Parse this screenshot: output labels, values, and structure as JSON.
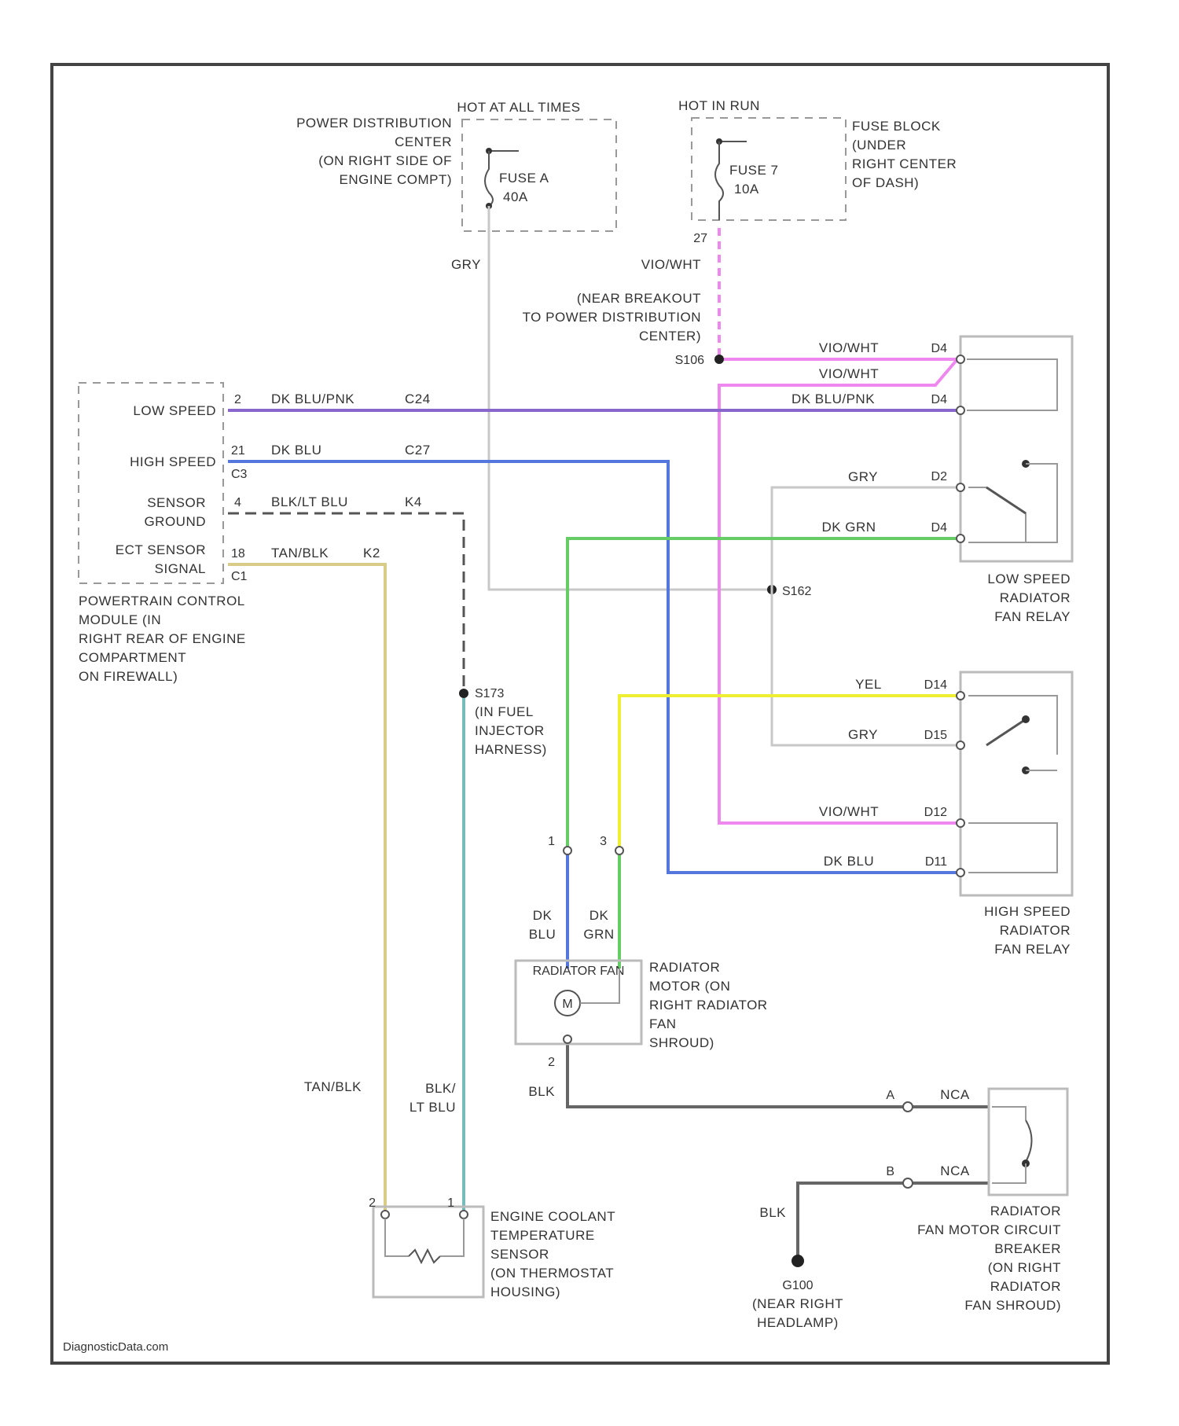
{
  "colors": {
    "frame": "#444444",
    "gray_wire": "#c8c8c8",
    "violet_white": "#ee88ee",
    "dk_blu_pnk": "#8866cc",
    "dk_blu": "#5577dd",
    "dk_grn": "#66cc66",
    "yel": "#eeee33",
    "tan_blk": "#d8cc88",
    "blk_lt_blu": "#77bbbb",
    "blk": "#666666",
    "dashed_gnd": "#555555"
  },
  "blocks": {
    "pdc": [
      "POWER DISTRIBUTION",
      "CENTER",
      "(ON RIGHT SIDE OF",
      "ENGINE COMPT)"
    ],
    "hot_all_times": "HOT AT ALL TIMES",
    "fuse_a": [
      "FUSE A",
      "40A"
    ],
    "hot_in_run": "HOT IN RUN",
    "fuse_7": [
      "FUSE 7",
      "10A"
    ],
    "fuse_block": [
      "FUSE BLOCK",
      "(UNDER",
      "RIGHT CENTER",
      "OF DASH)"
    ],
    "splice_near": [
      "(NEAR BREAKOUT",
      "TO POWER DISTRIBUTION",
      "CENTER)"
    ],
    "pcm": [
      "POWERTRAIN CONTROL",
      "MODULE (IN",
      "RIGHT REAR OF ENGINE",
      "COMPARTMENT",
      "ON FIREWALL)"
    ],
    "pcm_pins": [
      "LOW SPEED",
      "HIGH SPEED",
      "SENSOR",
      "GROUND",
      "ECT SENSOR",
      "SIGNAL"
    ],
    "low_relay": [
      "LOW SPEED",
      "RADIATOR",
      "FAN RELAY"
    ],
    "high_relay": [
      "HIGH SPEED",
      "RADIATOR",
      "FAN RELAY"
    ],
    "splice_injector": [
      "(IN FUEL",
      "INJECTOR",
      "HARNESS)"
    ],
    "fan_motor": [
      "RADIATOR",
      "MOTOR (ON",
      "RIGHT RADIATOR",
      "FAN",
      "SHROUD)"
    ],
    "fan_motor_inner": "RADIATOR FAN",
    "motor_symbol": "M",
    "breaker": [
      "RADIATOR",
      "FAN MOTOR CIRCUIT",
      "BREAKER",
      "(ON RIGHT",
      "RADIATOR",
      "FAN SHROUD)"
    ],
    "ground": [
      "(NEAR RIGHT",
      "HEADLAMP)"
    ],
    "ect": [
      "ENGINE COOLANT",
      "TEMPERATURE",
      "SENSOR",
      "(ON THERMOSTAT",
      "HOUSING)"
    ]
  },
  "wires": {
    "gry": "GRY",
    "vio_wht": "VIO/WHT",
    "dk_blu_pnk": "DK BLU/PNK",
    "dk_blu": "DK BLU",
    "blk_lt_blu": "BLK/LT BLU",
    "tan_blk": "TAN/BLK",
    "dk_grn": "DK GRN",
    "yel": "YEL",
    "blk": "BLK",
    "nca": "NCA",
    "dk": "DK",
    "blu": "BLU",
    "grn": "GRN",
    "blk2": "BLK/",
    "lt_blu": "LT BLU"
  },
  "circuits": {
    "c24": "C24",
    "c27": "C27",
    "k4": "K4",
    "k2": "K2"
  },
  "connectors": {
    "pin_27": "27",
    "s106": "S106",
    "s162": "S162",
    "s173": "S173",
    "g100": "G100",
    "pcm_pin_2": "2",
    "pcm_pin_21": "21",
    "pcm_pin_4": "4",
    "pcm_pin_18": "18",
    "t_c1": "C1",
    "t_c3": "C3",
    "t_c1b": "C1",
    "d4_1": "D4",
    "d4_2": "D4",
    "d2": "D2",
    "d4_3": "D4",
    "d14": "D14",
    "d15": "D15",
    "d12": "D12",
    "d11": "D11",
    "fan_1": "1",
    "fan_3": "3",
    "fan_2": "2",
    "brk_a": "A",
    "brk_b": "B",
    "ect_2": "2",
    "ect_1": "1"
  },
  "footer": "DiagnosticData.com"
}
